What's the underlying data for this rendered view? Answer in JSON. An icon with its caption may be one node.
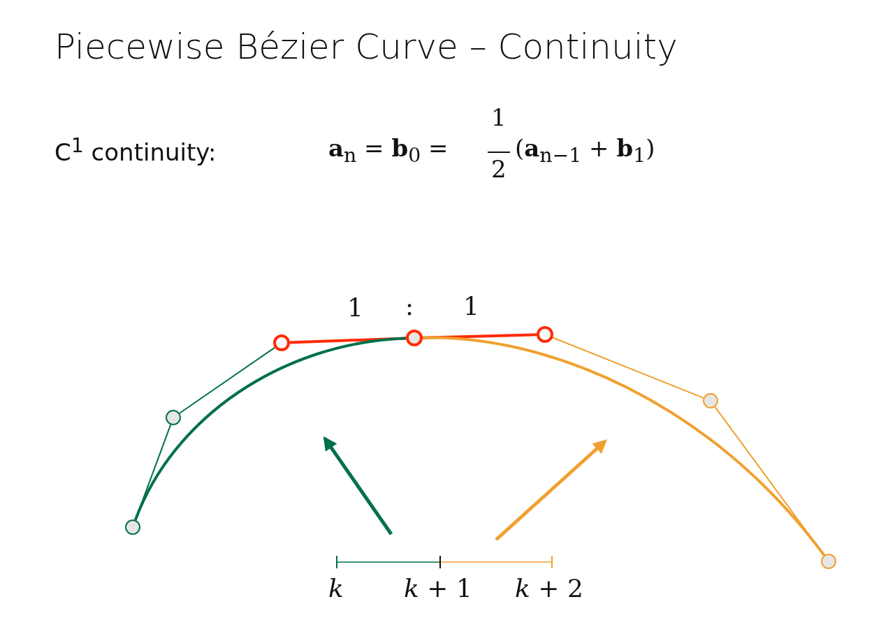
{
  "diagram": {
    "title": "Piecewise Bézier Curve – Continuity",
    "nodes": [
      {
        "text": [],
        "shape": "circle"
      },
      {
        "text": [],
        "shape": "circle"
      },
      {
        "text": [],
        "shape": "circle"
      },
      {
        "text": [],
        "shape": "circle"
      },
      {
        "text": [],
        "shape": "circle"
      },
      {
        "text": [],
        "shape": "circle"
      },
      {
        "text": [],
        "shape": "circle"
      }
    ],
    "edges": [
      {
        "from": 0,
        "to": 1,
        "arrow": "none",
        "color": "#00704a"
      },
      {
        "from": 1,
        "to": 2,
        "arrow": "none",
        "color": "#00704a"
      },
      {
        "from": 2,
        "to": 3,
        "arrow": "none",
        "style": "thick",
        "color": "#ff2a00"
      },
      {
        "from": 3,
        "to": 4,
        "arrow": "none",
        "style": "thick",
        "color": "#ff2a00"
      },
      {
        "from": 4,
        "to": 5,
        "arrow": "none",
        "color": "#f0a030"
      },
      {
        "from": 5,
        "to": 6,
        "arrow": "none",
        "color": "#f0a030"
      },
      {
        "from": 0,
        "to": 3,
        "arrow": "none",
        "style": "thick",
        "color": "#00704a"
      },
      {
        "from": 3,
        "to": 6,
        "arrow": "none",
        "style": "thick",
        "color": "#f0a030"
      }
    ],
    "labels": [
      "C$^{1}$ continuity:",
      "**a**$_{n}$ = **b**$_{0}$ =",
      "1",
      "2",
      "(**a**$_{n−1}$ + **b**$_{1}$)",
      "1",
      ":",
      "1",
      "*k*",
      "*k* + 1",
      "*k* + 2"
    ]
  }
}
